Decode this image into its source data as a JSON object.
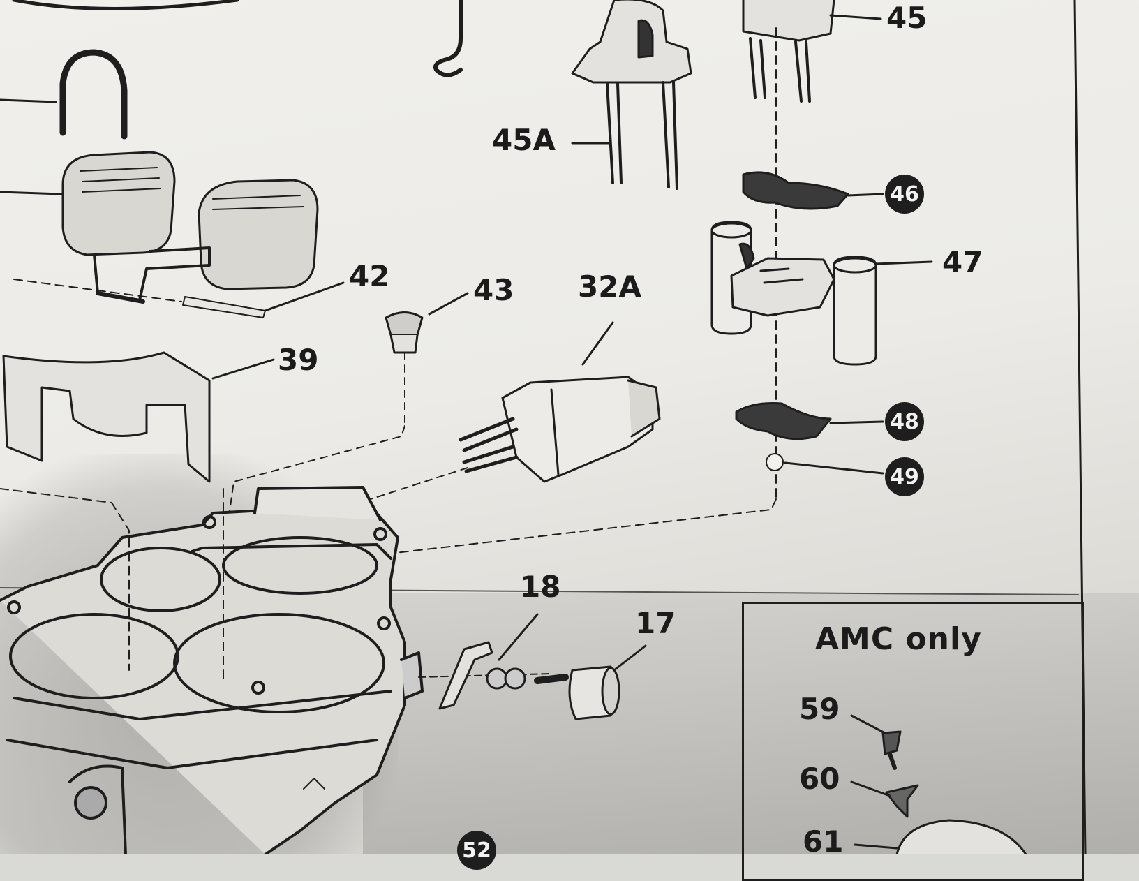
{
  "callouts": {
    "c45": "45",
    "c45a": "45A",
    "c42": "42",
    "c43": "43",
    "c32a": "32A",
    "c39": "39",
    "c47": "47",
    "c18": "18",
    "c17": "17",
    "c59": "59",
    "c60": "60",
    "c61": "61"
  },
  "badges": {
    "b46": "46",
    "b48": "48",
    "b49": "49",
    "b52": "52"
  },
  "amc_box": {
    "title": "AMC only"
  },
  "colors": {
    "ink": "#1b1b1b",
    "paper": "#ecebe7",
    "badge_fill": "#1e1e1e"
  }
}
